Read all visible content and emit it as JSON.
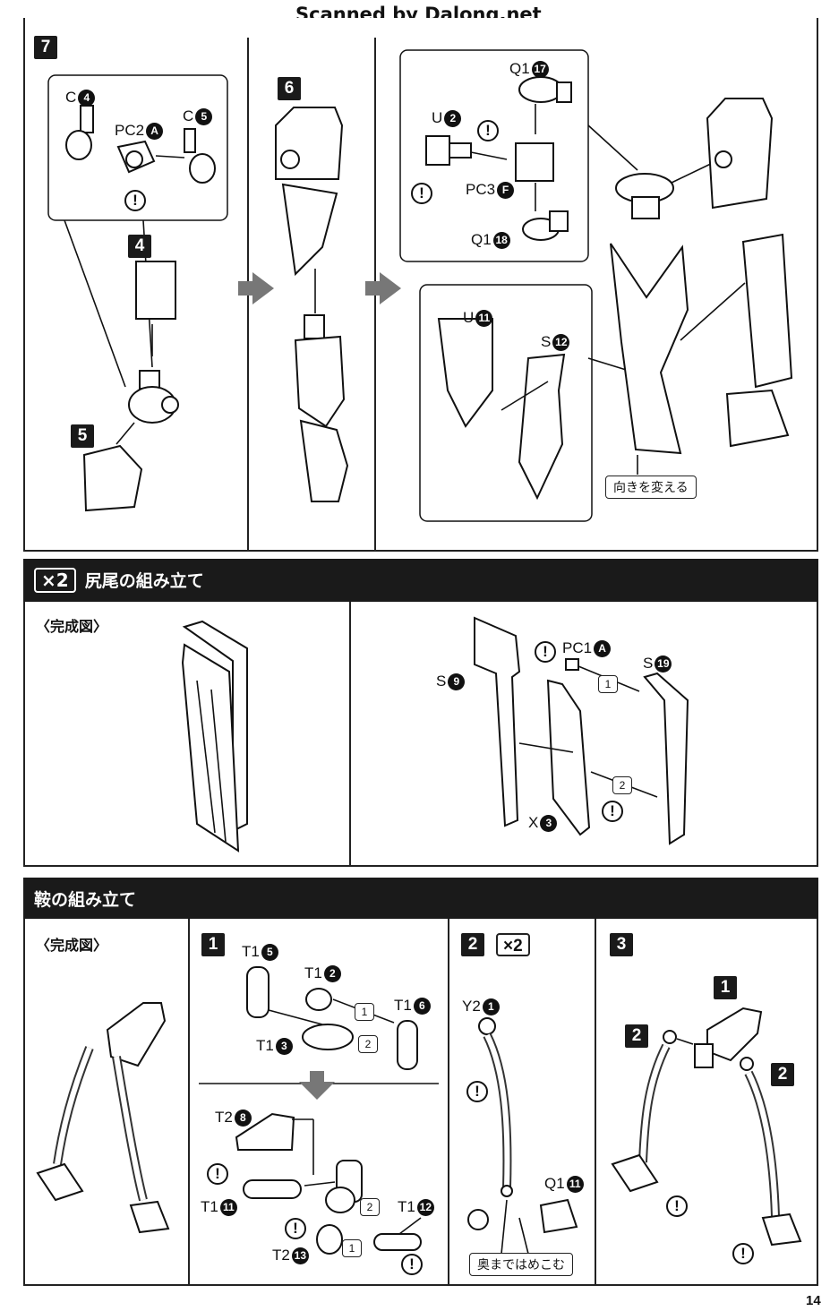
{
  "header": {
    "scan_credit": "Scanned by Dalong.net"
  },
  "page_number": "14",
  "section1": {
    "step_num": "7",
    "left_steps": [
      "4",
      "5"
    ],
    "mid_step": "6",
    "parts_left": [
      {
        "name": "C",
        "num": "4"
      },
      {
        "name": "PC2",
        "num": "A"
      },
      {
        "name": "C",
        "num": "5"
      }
    ],
    "parts_right_top": [
      {
        "name": "Q1",
        "num": "17"
      },
      {
        "name": "U",
        "num": "2"
      },
      {
        "name": "PC3",
        "num": "F"
      },
      {
        "name": "Q1",
        "num": "18"
      }
    ],
    "parts_right_bottom": [
      {
        "name": "U",
        "num": "11"
      },
      {
        "name": "S",
        "num": "12"
      }
    ],
    "note_turn": "向きを変える"
  },
  "section2": {
    "multiplier": "×2",
    "title": "尻尾の組み立て",
    "complete_label": "〈完成図〉",
    "parts": [
      {
        "name": "PC1",
        "num": "A"
      },
      {
        "name": "S",
        "num": "19"
      },
      {
        "name": "S",
        "num": "9"
      },
      {
        "name": "X",
        "num": "3"
      }
    ],
    "order_marks": [
      "1",
      "2"
    ]
  },
  "section3": {
    "title": "鞍の組み立て",
    "complete_label": "〈完成図〉",
    "step1": {
      "num": "1",
      "parts_top": [
        {
          "name": "T1",
          "num": "5"
        },
        {
          "name": "T1",
          "num": "2"
        },
        {
          "name": "T1",
          "num": "6"
        },
        {
          "name": "T1",
          "num": "3"
        }
      ],
      "parts_bottom": [
        {
          "name": "T2",
          "num": "8"
        },
        {
          "name": "T1",
          "num": "11"
        },
        {
          "name": "T1",
          "num": "12"
        },
        {
          "name": "T2",
          "num": "13"
        }
      ]
    },
    "step2": {
      "num": "2",
      "multiplier": "×2",
      "parts": [
        {
          "name": "Y2",
          "num": "1"
        },
        {
          "name": "Q1",
          "num": "11"
        }
      ],
      "note": "奥まではめこむ"
    },
    "step3": {
      "num": "3",
      "callouts": [
        "1",
        "2",
        "2"
      ]
    }
  },
  "warning_symbol": "!"
}
